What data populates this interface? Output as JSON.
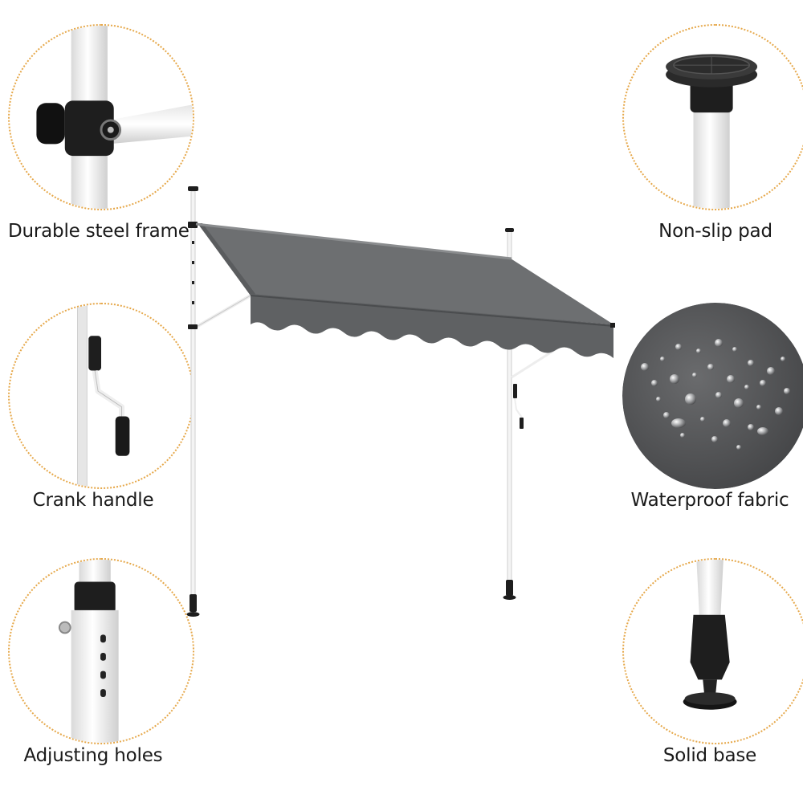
{
  "features": {
    "frame": "Durable steel frame",
    "pad": "Non-slip pad",
    "crank": "Crank handle",
    "fabric": "Waterproof fabric",
    "holes": "Adjusting holes",
    "base": "Solid base"
  },
  "colors": {
    "accent_border": "#e6a84a",
    "fabric": "#6d6f71",
    "fabric_dark": "#555759",
    "pole": "#f4f4f4",
    "black_parts": "#1e1e1e"
  }
}
